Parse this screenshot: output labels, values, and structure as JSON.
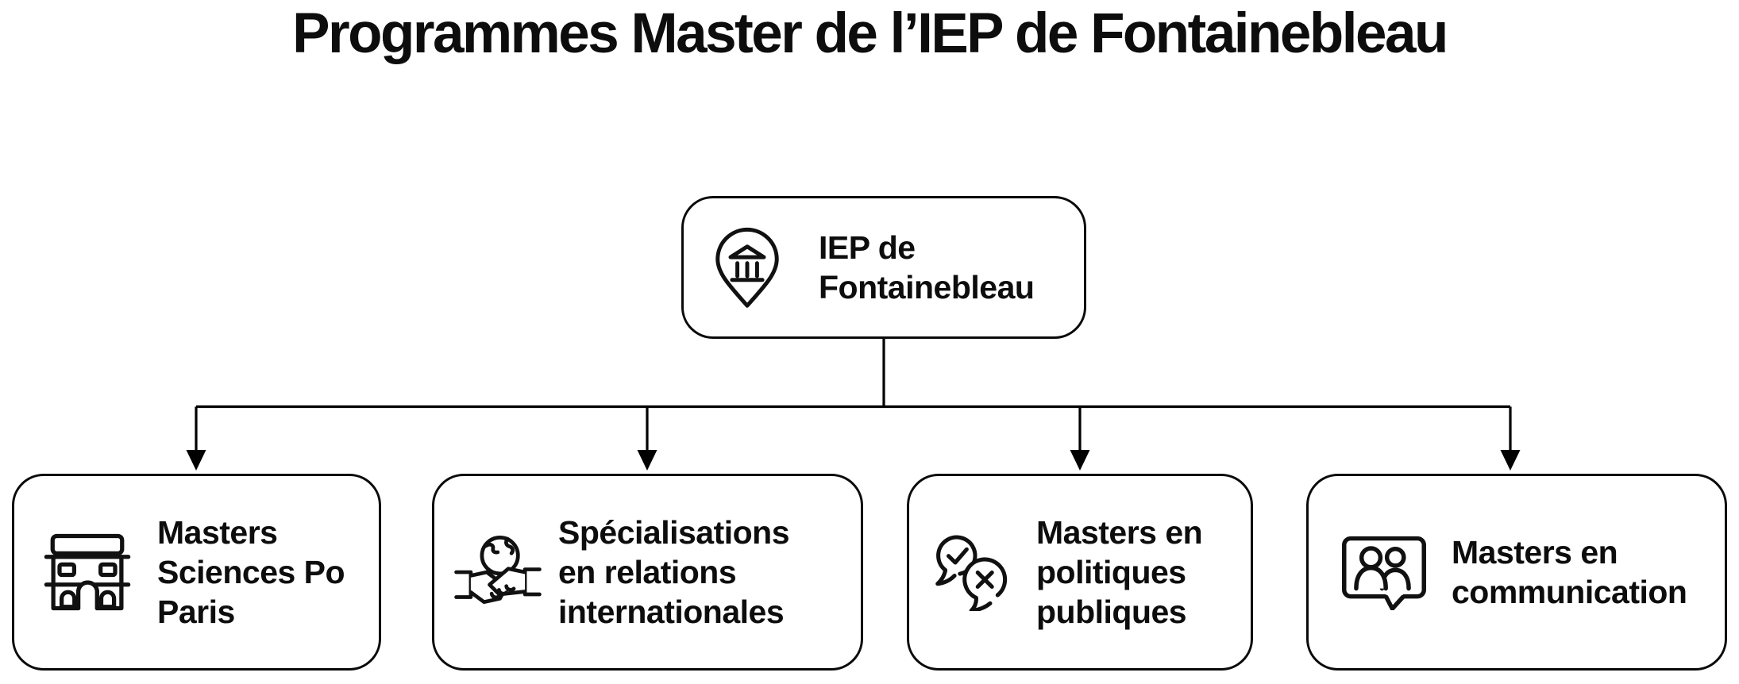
{
  "title": "Programmes Master de l’IEP de Fontainebleau",
  "root": {
    "label": "IEP de Fontainebleau",
    "icon": "location-pin-institution-icon"
  },
  "children": [
    {
      "label": "Masters Sciences Po Paris",
      "icon": "arc-de-triomphe-icon"
    },
    {
      "label": "Spécialisations en relations internationales",
      "icon": "globe-handshake-icon"
    },
    {
      "label": "Masters en politiques publiques",
      "icon": "speech-bubbles-check-x-icon"
    },
    {
      "label": "Masters en communication",
      "icon": "people-speech-bubble-icon"
    }
  ],
  "style": {
    "background": "#ffffff",
    "node_border": "#0a0a0a",
    "text_color": "#0d0d0d",
    "connector_color": "#000000"
  }
}
